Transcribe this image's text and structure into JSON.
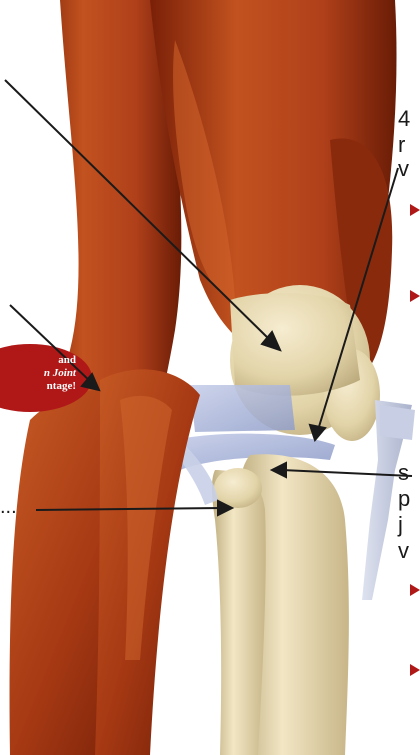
{
  "badge": {
    "line1": "and",
    "line2": "n Joint",
    "line3": "ntage!",
    "color": "#b01818"
  },
  "right_text": {
    "top_1": "4",
    "top_2": "r",
    "top_3": "v",
    "bottom_1": "s",
    "bottom_2": "p",
    "bottom_3": "j",
    "bottom_4": "v"
  },
  "left_text": {
    "ellipsis": "..."
  },
  "colors": {
    "muscle": "#b8431a",
    "muscle_dark": "#7a2008",
    "bone": "#e8dcb8",
    "cartilage": "#a8b4d8",
    "arrow": "#1a1a1a",
    "bullet": "#b01818"
  }
}
